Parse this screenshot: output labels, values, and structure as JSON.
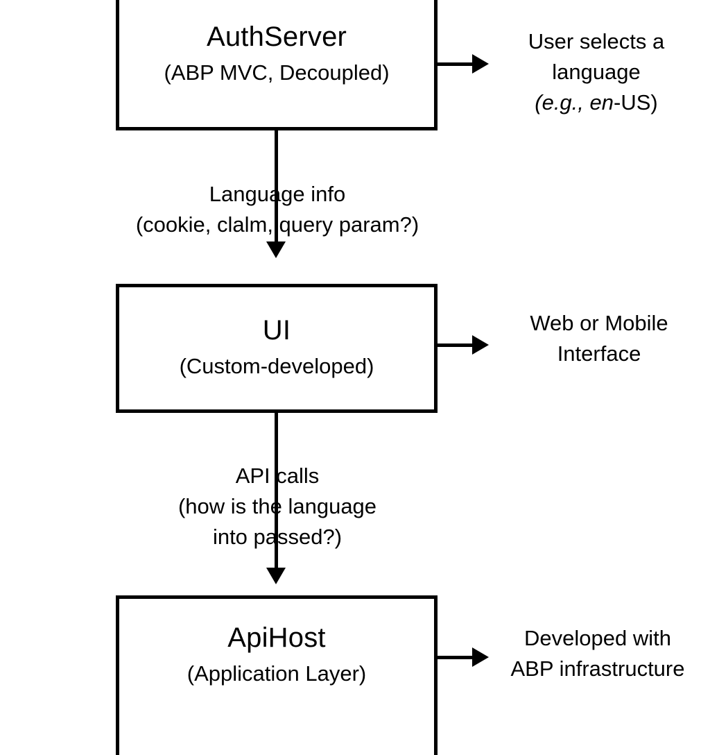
{
  "diagram": {
    "type": "flowchart",
    "orientation": "vertical",
    "colors": {
      "stroke": "#000000",
      "fill": "#ffffff",
      "text": "#000000"
    },
    "nodes": [
      {
        "id": "authserver",
        "title": "AuthServer",
        "subtitle": "(ABP MVC, Decoupled)"
      },
      {
        "id": "ui",
        "title": "UI",
        "subtitle": "(Custom-developed)"
      },
      {
        "id": "apihost",
        "title": "ApiHost",
        "subtitle": "(Application Layer)"
      }
    ],
    "edge_labels": [
      {
        "id": "authserver-to-ui",
        "line1": "Language info",
        "line2": "(cookie, clalm, query param?)"
      },
      {
        "id": "ui-to-apihost",
        "line1": "API calls",
        "line2": "(how is the language",
        "line3": "into passed?)"
      }
    ],
    "side_labels": [
      {
        "id": "authserver-note",
        "line1": "User selects a",
        "line2": "language",
        "line3_prefix_italic": "e.g.,",
        "line3_mid_italic": "en",
        "line3_open_paren": "(",
        "line3_suffix": "-US)"
      },
      {
        "id": "ui-note",
        "line1": "Web or Mobile",
        "line2": "Interface"
      },
      {
        "id": "apihost-note",
        "line1": "Developed with",
        "line2": "ABP infrastructure"
      }
    ]
  }
}
